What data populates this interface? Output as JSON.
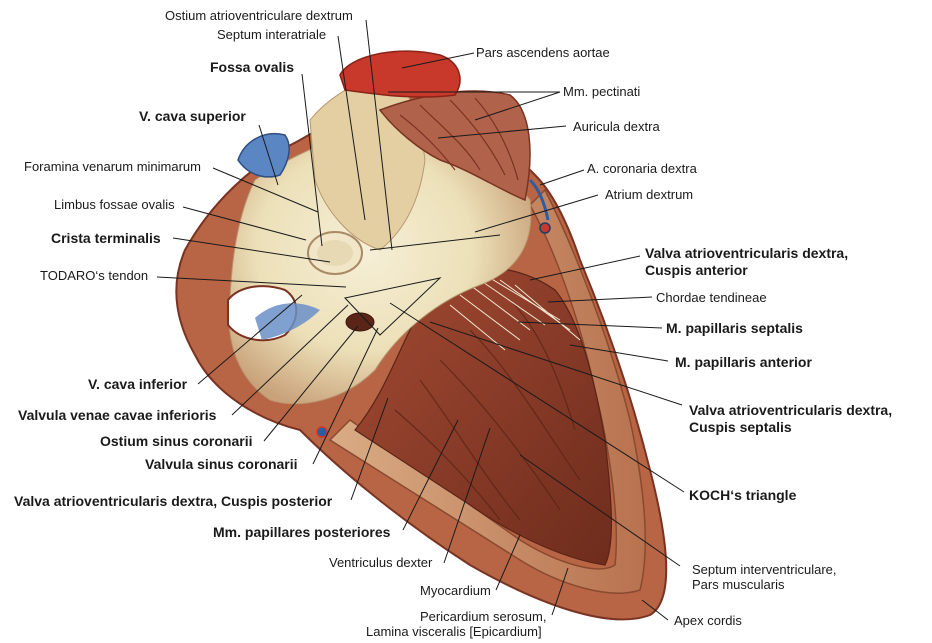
{
  "labels": {
    "ostium_av": "Ostium atrioventriculare dextrum",
    "septum_interatriale": "Septum interatriale",
    "pars_ascendens": "Pars ascendens aortae",
    "fossa_ovalis": "Fossa ovalis",
    "mm_pectinati": "Mm. pectinati",
    "auricula_dextra": "Auricula dextra",
    "v_cava_superior": "V. cava superior",
    "a_coronaria_dextra": "A. coronaria dextra",
    "foramina": "Foramina venarum minimarum",
    "atrium_dextrum": "Atrium dextrum",
    "limbus": "Limbus fossae ovalis",
    "crista": "Crista terminalis",
    "valva_anterior_1": "Valva atrioventricularis dextra,",
    "valva_anterior_2": "Cuspis anterior",
    "todaro": "TODARO‘s tendon",
    "chordae": "Chordae tendineae",
    "mp_septalis": "M. papillaris septalis",
    "mp_anterior": "M. papillaris anterior",
    "v_cava_inferior": "V. cava inferior",
    "valva_septalis_1": "Valva atrioventricularis dextra,",
    "valva_septalis_2": "Cuspis septalis",
    "valvula_vci": "Valvula venae cavae inferioris",
    "ostium_sinus": "Ostium sinus coronarii",
    "valvula_sinus": "Valvula sinus coronarii",
    "koch": "KOCH‘s triangle",
    "valva_posterior": "Valva atrioventricularis dextra, Cuspis posterior",
    "mm_pap_post": "Mm. papillares posteriores",
    "ventriculus": "Ventriculus dexter",
    "septum_iv_1": "Septum interventriculare,",
    "septum_iv_2": "Pars muscularis",
    "myocardium": "Myocardium",
    "pericardium_1": "Pericardium serosum,",
    "pericardium_2": "Lamina visceralis [Epicardium]",
    "apex": "Apex cordis"
  },
  "colors": {
    "muscle": "#a5533a",
    "muscle_dark": "#7a3322",
    "muscle_light": "#c8785a",
    "wall_cut": "#d7a77f",
    "endocardium": "#efe6c6",
    "aorta": "#c8392b",
    "vein": "#5b86c4",
    "leader": "#1a1a1a"
  }
}
